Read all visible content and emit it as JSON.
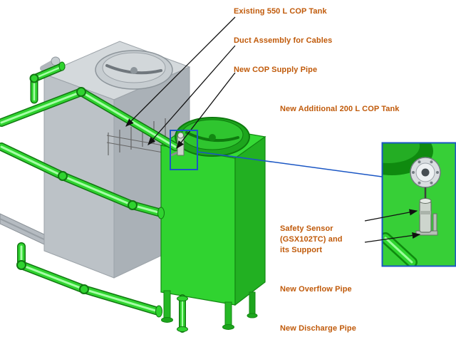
{
  "page": {
    "background": "#ffffff"
  },
  "annotations": {
    "existing_tank": "Existing 550 L COP Tank",
    "duct_assembly": "Duct Assembly for Cables",
    "supply_pipe": "New COP Supply Pipe",
    "additional_tank": "New Additional 200 L COP Tank",
    "safety_sensor": [
      "Safety Sensor",
      "(GSX102TC) and",
      "its Support"
    ],
    "overflow_pipe": "New Overflow Pipe",
    "discharge_pipe": "New Discharge Pipe"
  },
  "colors": {
    "label_text": "#C05A0A",
    "highlight_blue": "#1A56C4",
    "tank_green": "#2FD32F",
    "tank_gray": "#BCC2C7",
    "arrow_black": "#111111"
  }
}
